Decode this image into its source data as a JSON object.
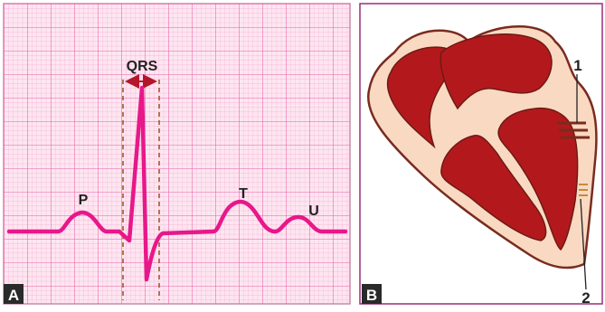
{
  "panels": {
    "a": {
      "letter": "A",
      "labels": {
        "p": "P",
        "qrs": "QRS",
        "t": "T",
        "u": "U"
      },
      "colors": {
        "trace": "#e8178a",
        "grid_minor": "#f6a9cf",
        "grid_major": "#e85fa2",
        "background": "#fde6f1",
        "marker": "#9b5a2b",
        "arrow": "#b3162a"
      }
    },
    "b": {
      "letter": "B",
      "callouts": [
        "1",
        "2"
      ],
      "colors": {
        "tissue": "#f9d9c2",
        "outline": "#7a2b1f",
        "chamber": "#b3191c",
        "background": "#ffffff",
        "border": "#9b2c7c"
      }
    }
  }
}
